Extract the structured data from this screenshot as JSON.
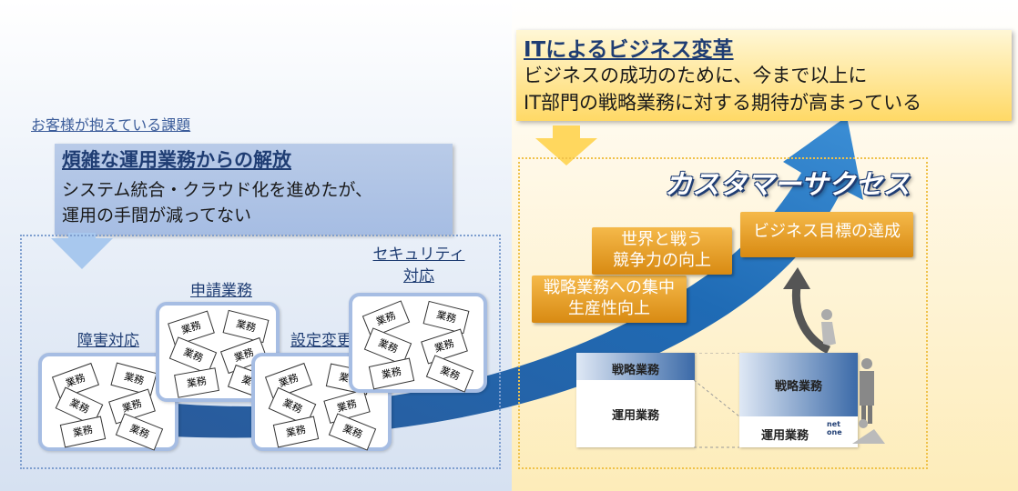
{
  "left": {
    "issue_label": "お客様が抱えている課題",
    "box": {
      "title": "煩雑な運用業務からの解放",
      "line1": "システム統合・クラウド化を進めたが、",
      "line2": "運用の手間が減ってない"
    },
    "cards": [
      {
        "label": "障害対応"
      },
      {
        "label": "申請業務"
      },
      {
        "label": "設定変更"
      },
      {
        "label_line1": "セキュリティ",
        "label_line2": "対応"
      }
    ],
    "card_item": "業務"
  },
  "right": {
    "box": {
      "title": "ITによるビジネス変革",
      "line1": "ビジネスの成功のために、今まで以上に",
      "line2": "IT部門の戦略業務に対する期待が高まっている"
    },
    "customer_success": "カスタマーサクセス",
    "steps": [
      {
        "line1": "戦略業務への集中",
        "line2": "生産性向上"
      },
      {
        "line1": "世界と戦う",
        "line2": "競争力の向上"
      },
      {
        "line1": "ビジネス目標の達成"
      }
    ],
    "before": {
      "strategic": "戦略業務",
      "operational": "運用業務"
    },
    "after": {
      "strategic": "戦略業務",
      "operational": "運用業務"
    },
    "logo": "net one"
  },
  "colors": {
    "blue_accent": "#1f3d73",
    "orange": "#e39a1f",
    "yellow": "#ffd966"
  }
}
